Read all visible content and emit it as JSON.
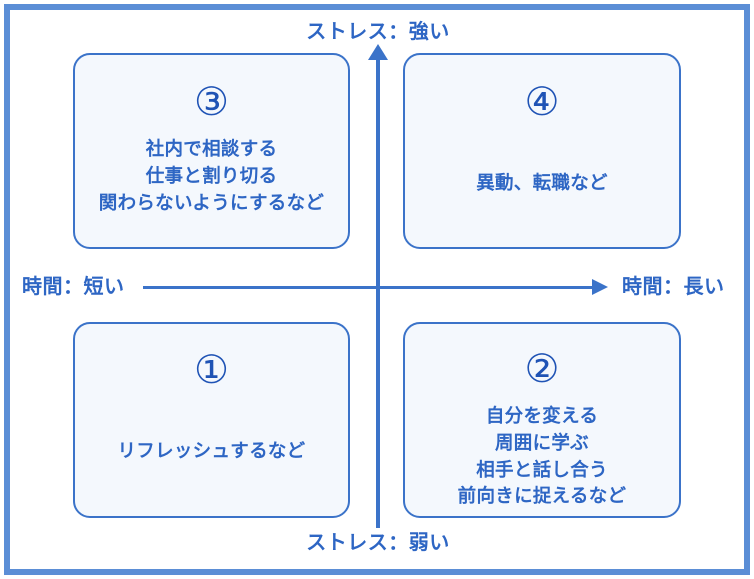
{
  "diagram": {
    "axes": {
      "vertical": {
        "top_label": "ストレス：強い",
        "bottom_label": "ストレス：弱い",
        "arrow_direction": "up"
      },
      "horizontal": {
        "left_label": "時間：短い",
        "right_label": "時間：長い",
        "arrow_direction": "right"
      }
    },
    "colors": {
      "frame": "#5b8ed6",
      "axis": "#3b73c9",
      "box_border": "#3b73c9",
      "box_fill": "#f4f8fd",
      "text": "#2e66c4",
      "number": "#1f53b5"
    },
    "quadrants": [
      {
        "id": "quadrant-1",
        "number": "①",
        "number_value": "1",
        "position": "bottom-left",
        "text": "リフレッシュするなど"
      },
      {
        "id": "quadrant-2",
        "number": "②",
        "number_value": "2",
        "position": "bottom-right",
        "text": "自分を変える\n周囲に学ぶ\n相手と話し合う\n前向きに捉えるなど"
      },
      {
        "id": "quadrant-3",
        "number": "③",
        "number_value": "3",
        "position": "top-left",
        "text": "社内で相談する\n仕事と割り切る\n関わらないようにするなど"
      },
      {
        "id": "quadrant-4",
        "number": "④",
        "number_value": "4",
        "position": "top-right",
        "text": "異動、転職など"
      }
    ]
  }
}
